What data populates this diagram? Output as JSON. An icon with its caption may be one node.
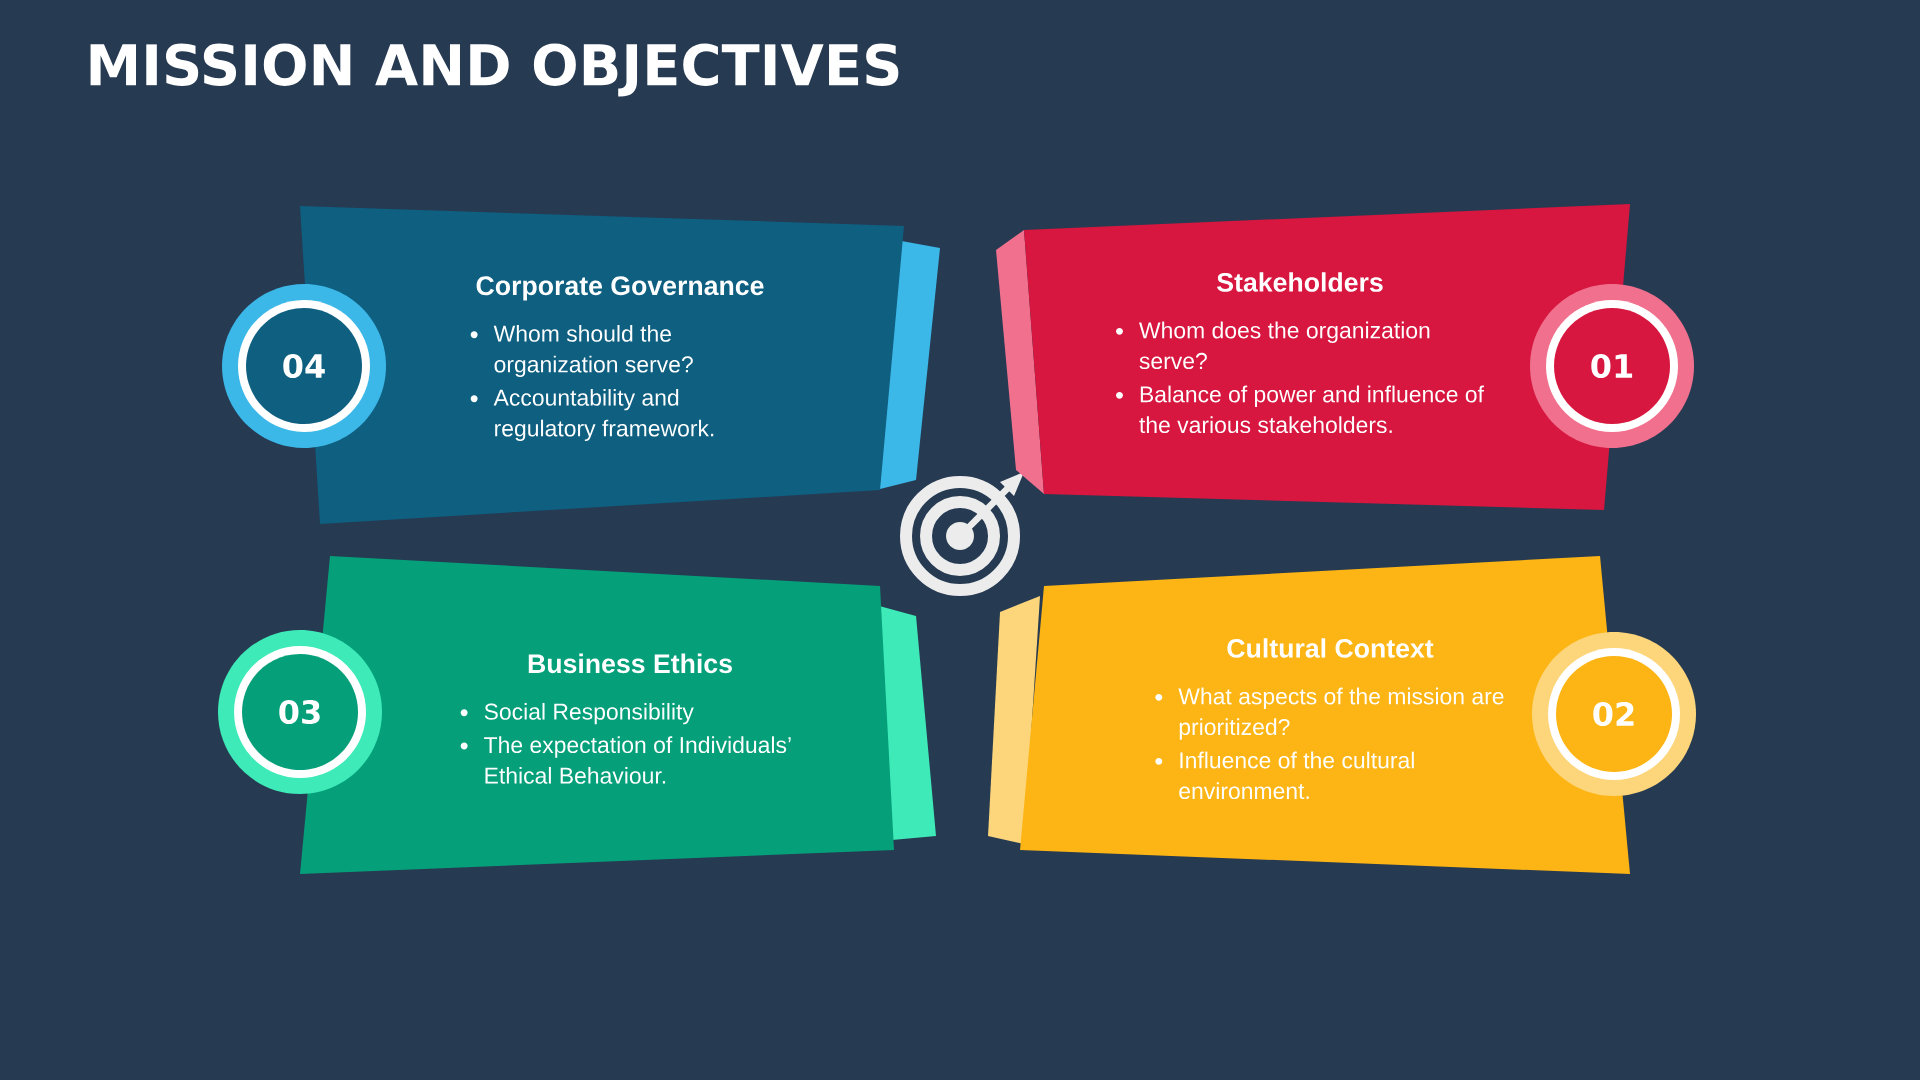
{
  "diagram": {
    "title": "MISSION AND OBJECTIVES",
    "nodes": [
      {
        "text": [
          "Corporate Governance",
          "Whom should the organization serve?",
          "Accountability and regulatory framework."
        ]
      },
      {
        "text": [
          "04"
        ]
      },
      {
        "text": [
          "Stakeholders",
          "Whom does the organization serve?",
          "Balance of power and influence of the various stakeholders."
        ]
      },
      {
        "text": [
          "01"
        ]
      },
      {
        "text": [
          "Business Ethics",
          "Social Responsibility",
          "The expectation of Individuals’ Ethical Behaviour."
        ]
      },
      {
        "text": [
          "03"
        ]
      },
      {
        "text": [
          "Cultural Context",
          "What aspects of the mission are prioritized?",
          "Influence of the cultural environment."
        ]
      },
      {
        "text": [
          "02"
        ]
      }
    ]
  }
}
